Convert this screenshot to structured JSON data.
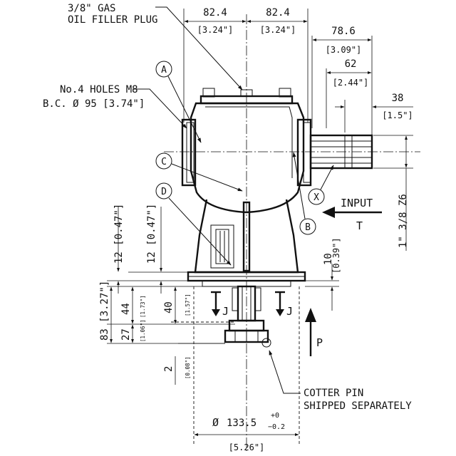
{
  "notes": {
    "plug_line1": "3/8\" GAS",
    "plug_line2": "OIL FILLER PLUG",
    "holes_line1": "No.4 HOLES M8",
    "holes_line2": "B.C. Ø 95 [3.74\"]",
    "cotter_line1": "COTTER PIN",
    "cotter_line2": "SHIPPED SEPARATELY",
    "input": "INPUT",
    "input_t": "T",
    "output_p": "P",
    "spline": "1\" 3/8 Z6"
  },
  "callouts": {
    "a": "A",
    "b": "B",
    "c": "C",
    "d": "D",
    "x": "X",
    "j_left": "J",
    "j_right": "J"
  },
  "dims": {
    "left_half": "82.4",
    "left_half_in": "[3.24\"]",
    "right_half": "82.4",
    "right_half_in": "[3.24\"]",
    "d78": "78.6",
    "d78_in": "[3.09\"]",
    "d62": "62",
    "d62_in": "[2.44\"]",
    "d38": "38",
    "d38_in": "[1.5\"]",
    "d10": "10",
    "d10_in": "[0.39\"]",
    "d12a": "12 [0.47\"]",
    "d12b": "12 [0.47\"]",
    "d83": "83 [3.27\"]",
    "d44": "44",
    "d44_in": "[1.73\"]",
    "d27": "27",
    "d27_in": "[1.06\"]",
    "d40": "40",
    "d40_in": "[1.57\"]",
    "d2": "2",
    "d2_in": "[0.08\"]",
    "dia_symbol": "Ø",
    "dia_value": "133.5",
    "tol_upper": "+0",
    "tol_lower": "−0.2",
    "dia_in": "[5.26\"]"
  }
}
